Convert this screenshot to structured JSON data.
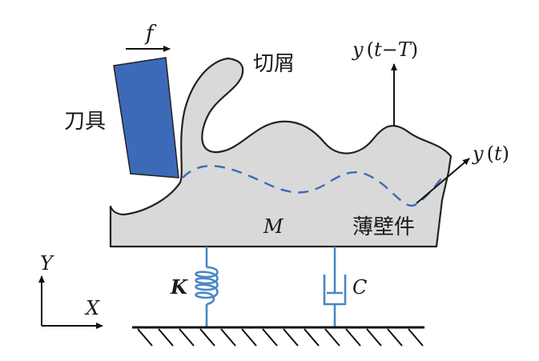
{
  "labels": {
    "feed": "f",
    "chip": "切屑",
    "tool": "刀具",
    "y_delayed": "y(t−T)",
    "y_current": "y(t)",
    "mass": "M",
    "workpiece": "薄壁件",
    "stiffness": "K",
    "damping": "C",
    "axis_y": "Y",
    "axis_x": "X"
  },
  "colors": {
    "tool_fill": "#3d6ab8",
    "workpiece_fill": "#d9d9d9",
    "outline": "#222222",
    "spring_damper": "#4a86c5",
    "dashed_surface": "#3d6ab8"
  }
}
